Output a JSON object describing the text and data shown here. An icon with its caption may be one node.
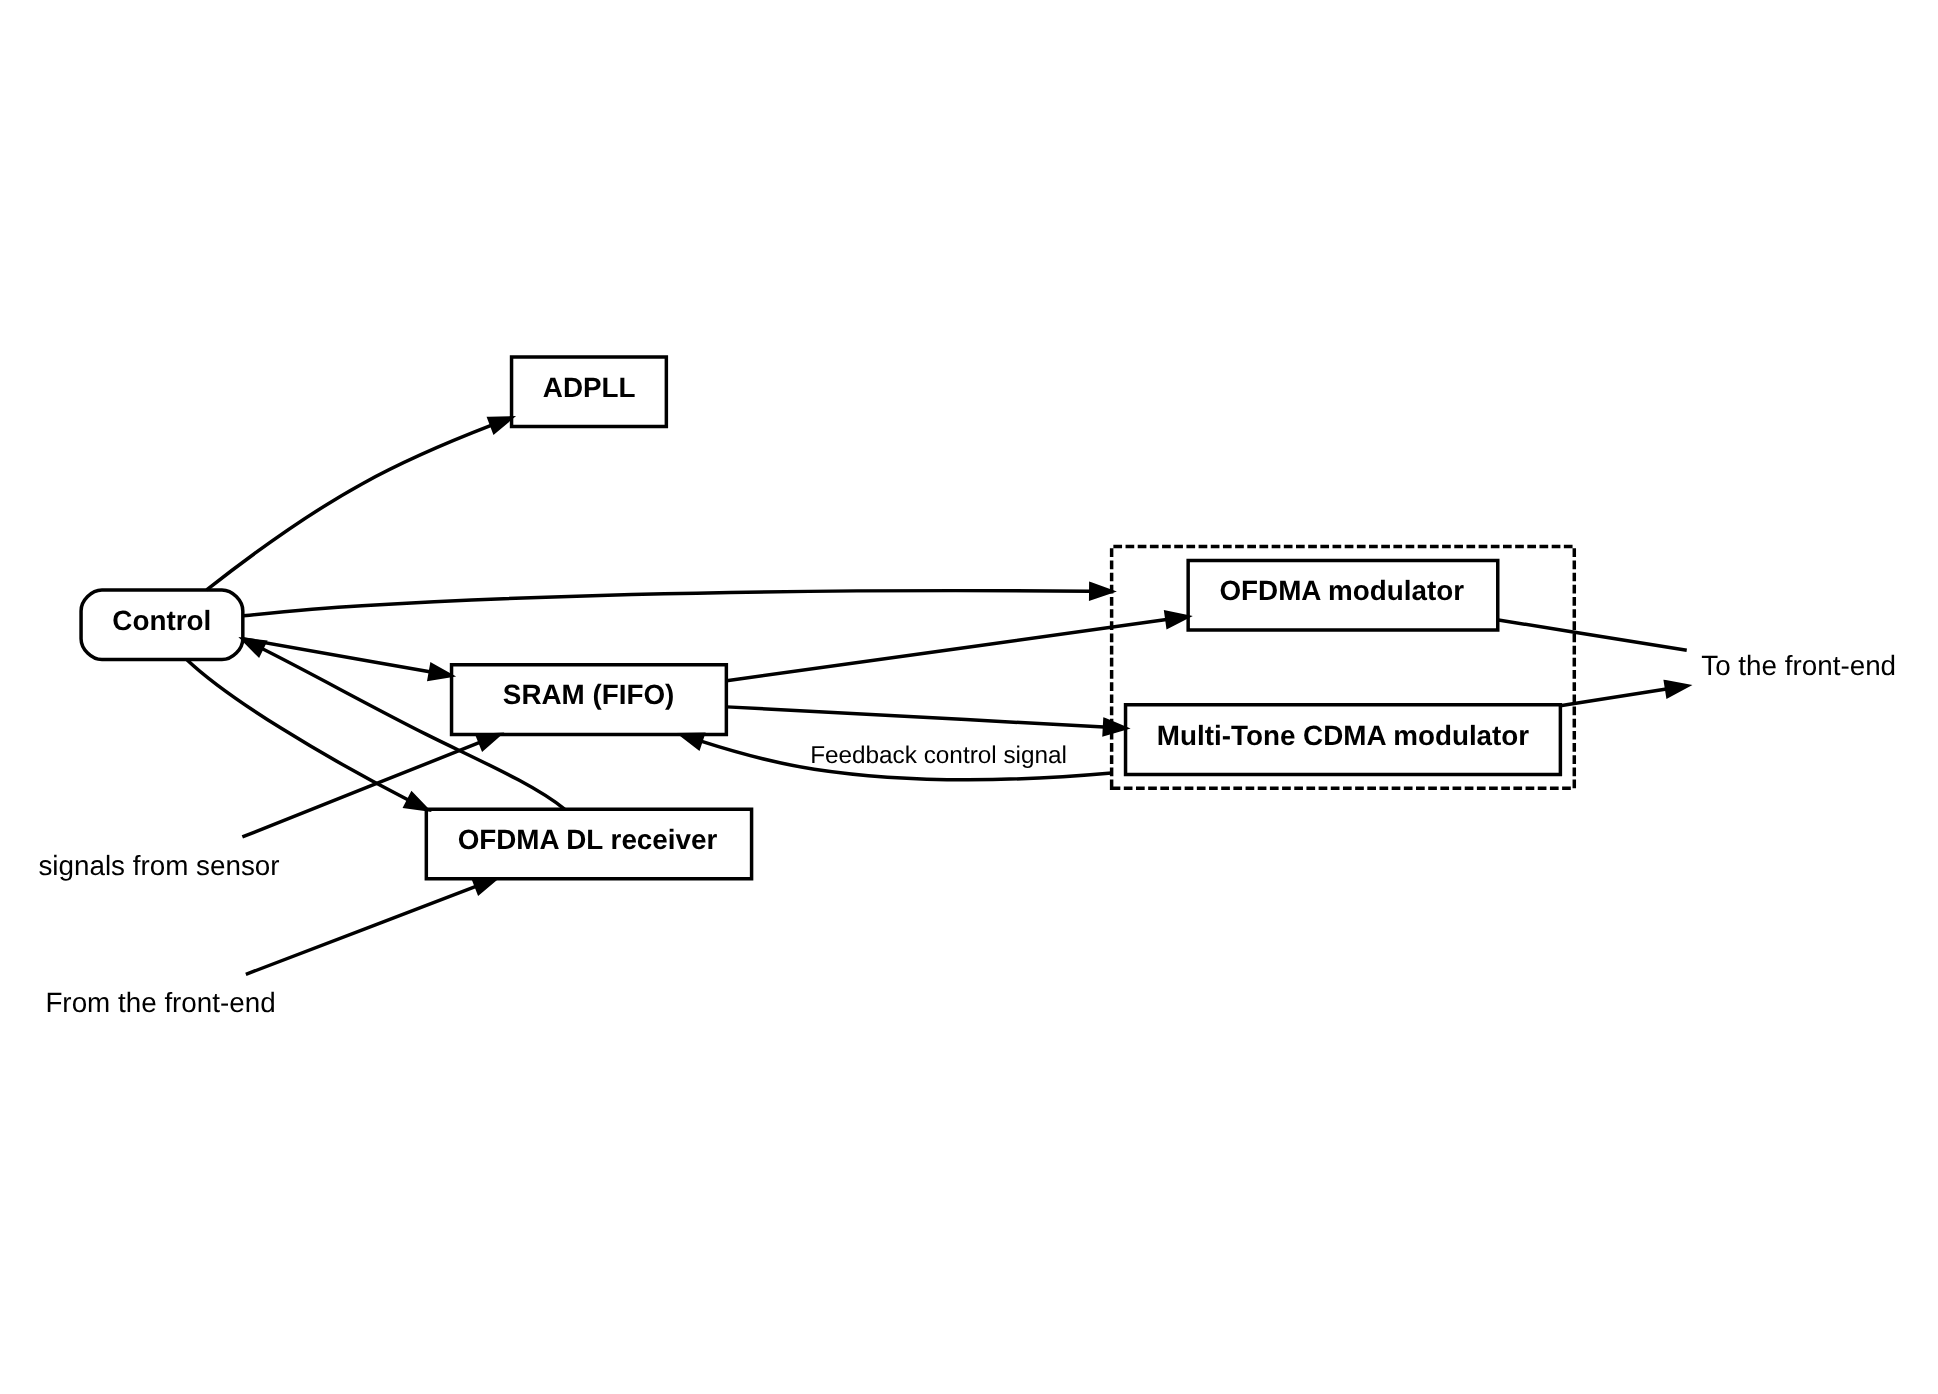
{
  "diagram": {
    "nodes": [
      {
        "text": [
          "ADPLL"
        ]
      },
      {
        "text": [
          "OFDMA DL receiver"
        ]
      },
      {
        "text": [
          "Control"
        ]
      },
      {
        "text": [],
        "shape": "box"
      },
      {
        "text": [
          "OFDMA modulator"
        ],
        "in": 3
      },
      {
        "text": [
          "Multi-Tone CDMA modulator"
        ],
        "in": 3
      },
      {
        "text": [
          "SRAM (FIFO)"
        ]
      },
      {
        "text": [
          "From the front-end"
        ]
      },
      {
        "text": [
          "signals from sensor"
        ]
      },
      {
        "text": [
          "To the front-end"
        ]
      }
    ],
    "edges": [
      {
        "from": 7,
        "to": 1,
        "arrow": "to"
      },
      {
        "from": 1,
        "to": 2,
        "arrow": "to"
      },
      {
        "from": 2,
        "to": 1,
        "arrow": "to"
      },
      {
        "from": 2,
        "to": 0,
        "arrow": "to"
      },
      {
        "from": 2,
        "to": 3,
        "arrow": "to"
      },
      {
        "from": 2,
        "to": 6,
        "arrow": "to"
      },
      {
        "from": 8,
        "to": 6,
        "arrow": "to"
      },
      {
        "from": 6,
        "to": 4,
        "arrow": "to"
      },
      {
        "from": 6,
        "to": 5,
        "arrow": "to"
      },
      {
        "from": 4,
        "to": 9,
        "arrow": "none"
      },
      {
        "from": 5,
        "to": 9,
        "arrow": "to"
      },
      {
        "from": 3,
        "to": 6,
        "label": "Feedback control signal",
        "arrow": "to"
      }
    ]
  }
}
